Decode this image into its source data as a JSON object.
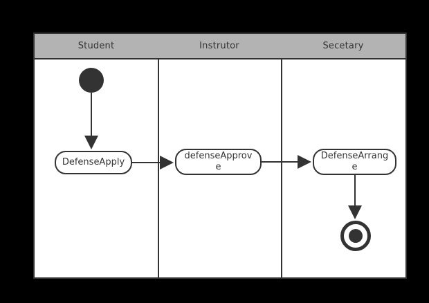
{
  "diagram": {
    "kind": "uml-activity-swimlane-diagram",
    "lanes": [
      {
        "label": "Student"
      },
      {
        "label": "Instrutor"
      },
      {
        "label": "Secetary"
      }
    ],
    "nodes": {
      "start": {
        "type": "initial-node",
        "lane": "Student"
      },
      "apply": {
        "lines": [
          "DefenseApply"
        ],
        "lane": "Student"
      },
      "approve": {
        "lines": [
          "defenseApprov",
          "e"
        ],
        "lane": "Instrutor"
      },
      "arrange": {
        "lines": [
          "DefenseArrang",
          "e"
        ],
        "lane": "Secetary"
      },
      "end": {
        "type": "final-node",
        "lane": "Secetary"
      }
    },
    "edges": [
      {
        "from": "start",
        "to": "apply"
      },
      {
        "from": "apply",
        "to": "approve"
      },
      {
        "from": "approve",
        "to": "arrange"
      },
      {
        "from": "arrange",
        "to": "end"
      }
    ],
    "colors": {
      "background": "#000000",
      "lane_fill": "#ffffff",
      "header_fill": "#b3b3b3",
      "stroke": "#333333",
      "text": "#333333"
    }
  }
}
